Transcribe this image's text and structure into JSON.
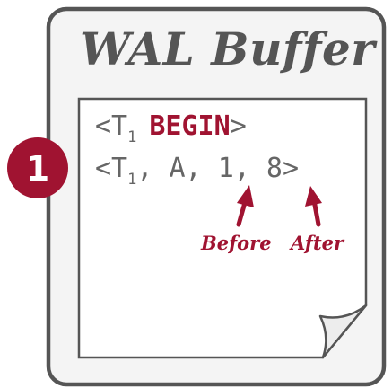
{
  "title": "WAL Buffer",
  "colors": {
    "accent": "#a01331",
    "outline": "#555555",
    "panel": "#f4f4f4",
    "text": "#666666"
  },
  "step_badge": "1",
  "records": [
    {
      "open": "<T",
      "txn_sub": "1",
      "keyword": "BEGIN",
      "close": ">"
    },
    {
      "open": "<T",
      "txn_sub": "1",
      "rest_a": ", A, ",
      "before_value": "1",
      "sep": ", ",
      "after_value": "8",
      "close": ">"
    }
  ],
  "annotations": {
    "before": "Before",
    "after": "After"
  },
  "icons": [
    "arrow-up-icon",
    "page-curl-icon"
  ]
}
